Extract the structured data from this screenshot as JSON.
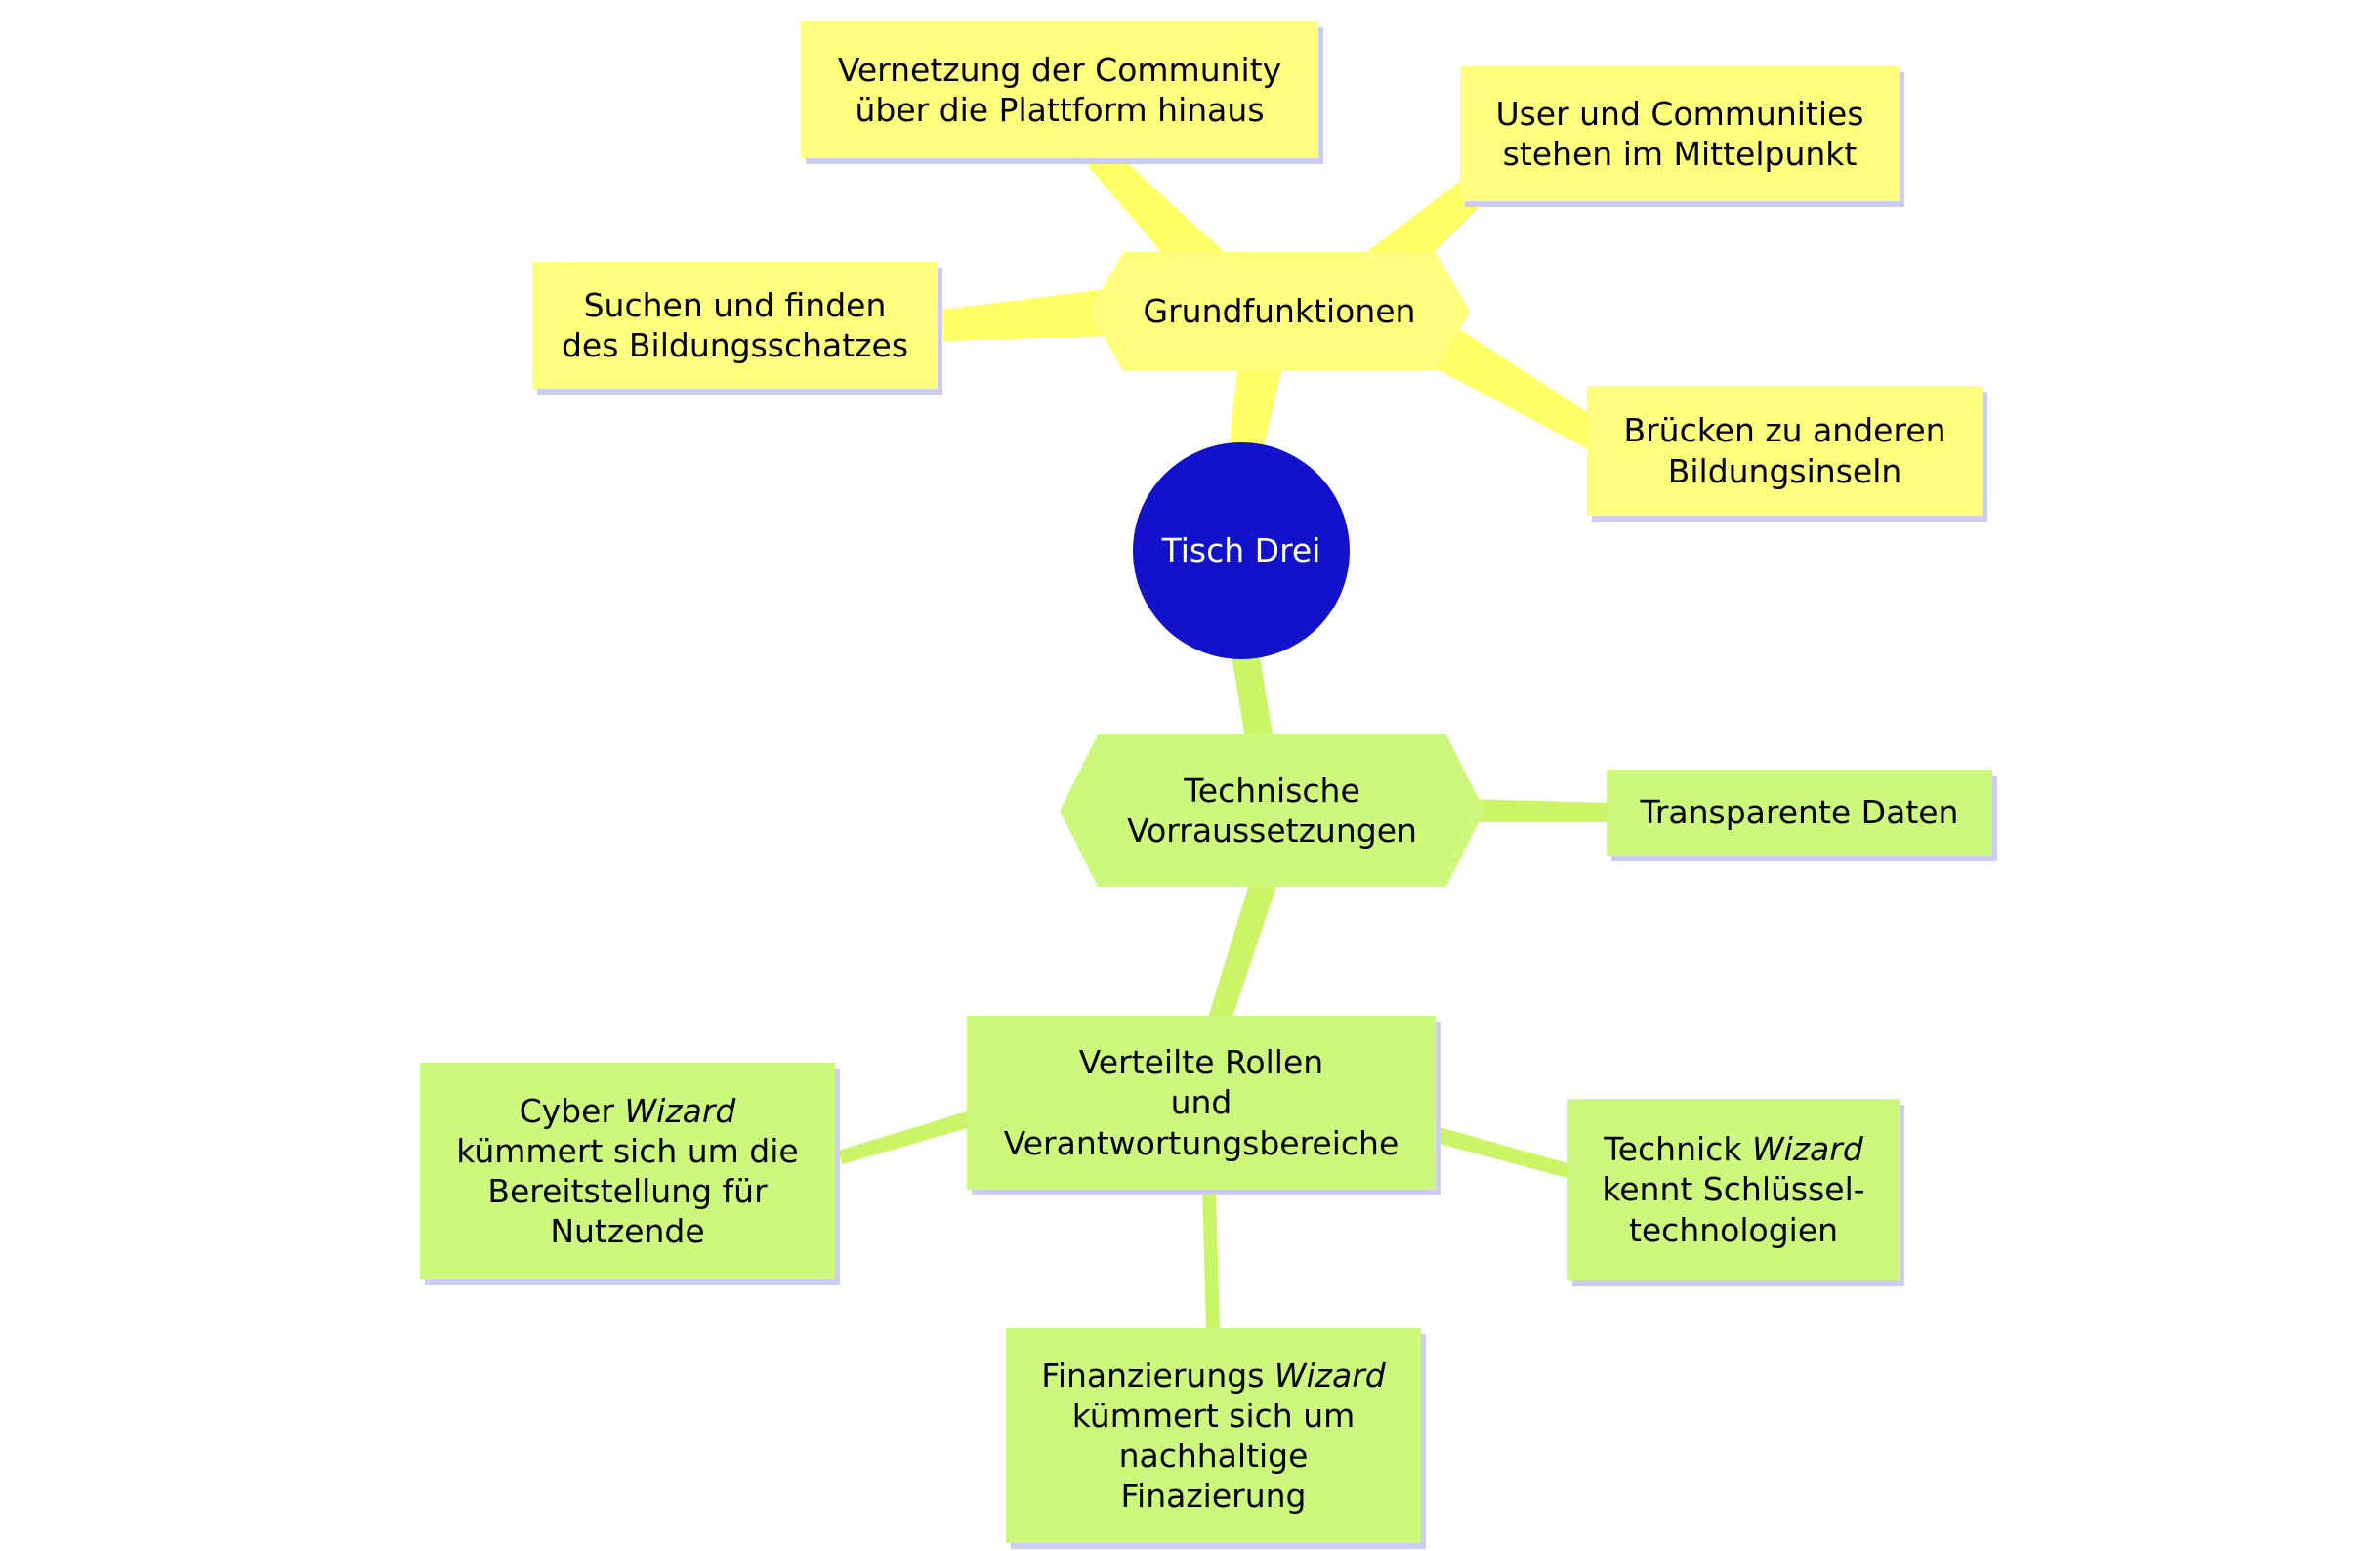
{
  "root": {
    "label": "Tisch Drei"
  },
  "branches": {
    "grundfunktionen": {
      "label": "Grundfunktionen",
      "children": {
        "vernetzung": {
          "label": "Vernetzung der Community\nüber die Plattform hinaus"
        },
        "user_communities": {
          "label": "User und Communities\nstehen im Mittelpunkt"
        },
        "suchen_finden": {
          "label": "Suchen und finden\ndes Bildungsschatzes"
        },
        "bruecken": {
          "label": "Brücken zu anderen\nBildungsinseln"
        }
      }
    },
    "technische_vorraussetzungen": {
      "label": "Technische\nVorraussetzungen",
      "children": {
        "transparente_daten": {
          "label": "Transparente Daten"
        },
        "verteilte_rollen": {
          "label": "Verteilte Rollen\nund\nVerantwortungsbereiche",
          "children": {
            "cyber_wizard": {
              "text_before": "Cyber ",
              "text_italic": "Wizard",
              "text_after": "\nkümmert sich um die\nBereitstellung für\nNutzende"
            },
            "technick_wizard": {
              "text_before": "Technick ",
              "text_italic": "Wizard",
              "text_after": "\nkennt Schlüssel-\ntechnologien"
            },
            "finanzierungs_wizard": {
              "text_before": "Finanzierungs ",
              "text_italic": "Wizard",
              "text_after": "\nkümmert sich um\nnachhaltige\nFinazierung"
            }
          }
        }
      }
    }
  },
  "colors": {
    "background": "#ffffff",
    "text": "#000000",
    "root_fill": "#1212cb",
    "root_text": "#ffffff",
    "branch_yellow": "#ffff7d",
    "branch_yellow_connector": "#ffff66",
    "branch_green": "#cdf87e",
    "branch_green_connector": "#c9f566",
    "shadow": "#cdcdf4"
  }
}
